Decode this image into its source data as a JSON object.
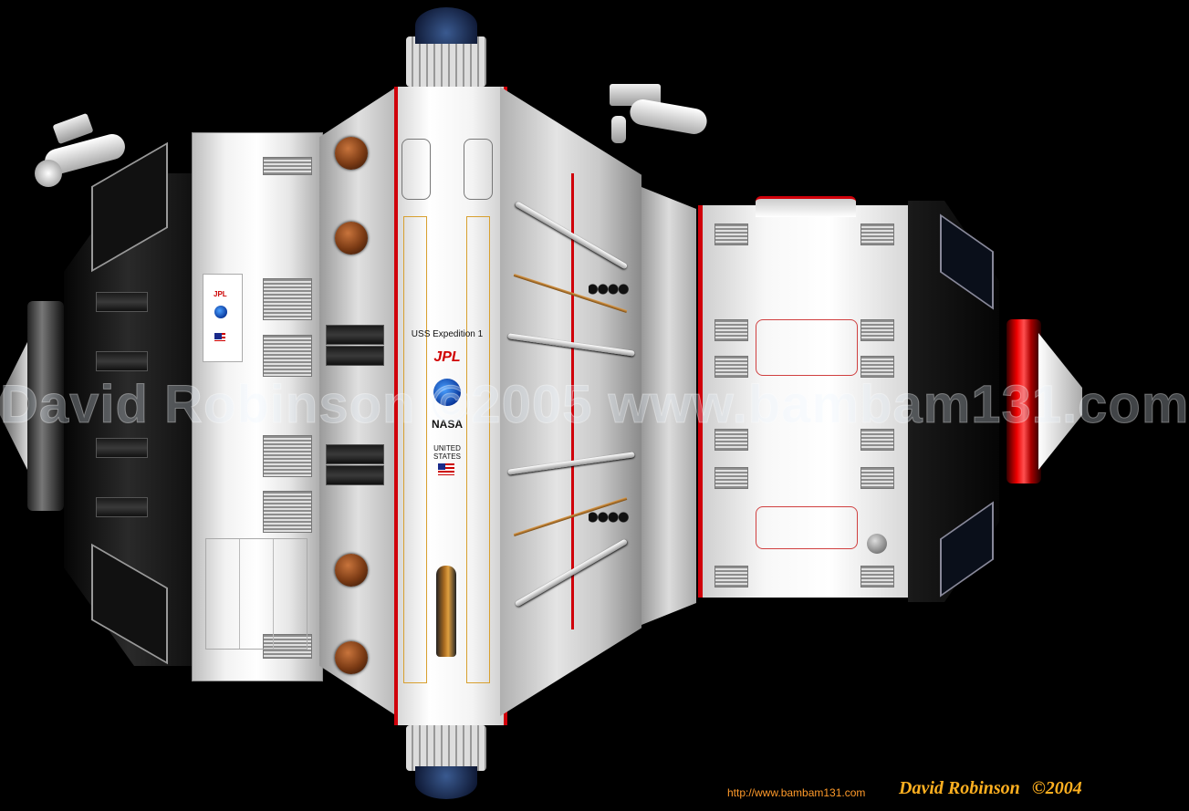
{
  "watermark": "David Robinson ©2005 www.bambam131.com",
  "module_labels": {
    "ship_name": "USS Expedition 1",
    "jpl": "JPL",
    "nasa": "NASA",
    "united": "UNITED",
    "states": "STATES"
  },
  "left_module": {
    "jpl": "JPL"
  },
  "credit": {
    "url": "http://www.bambam131.com",
    "name": "David Robinson",
    "year": "©2004"
  },
  "colors": {
    "background": "#000000",
    "hull": "#e8e8e8",
    "accent_red": "#d0000a",
    "credit_orange": "#ff9a2a"
  }
}
